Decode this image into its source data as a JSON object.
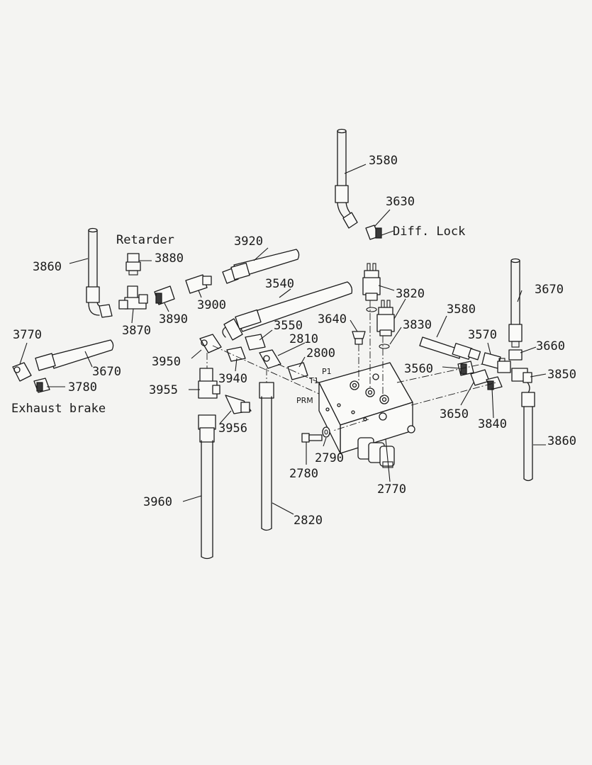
{
  "part_labels": {
    "p3580a": "3580",
    "p3630": "3630",
    "p3860a": "3860",
    "p3880": "3880",
    "p3920": "3920",
    "p3540": "3540",
    "p3820": "3820",
    "p3670a": "3670",
    "p3890": "3890",
    "p3900": "3900",
    "p3870": "3870",
    "p3640": "3640",
    "p3580b": "3580",
    "p3830": "3830",
    "p3550": "3550",
    "p3770": "3770",
    "p3570": "3570",
    "p2810": "2810",
    "p3660": "3660",
    "p3670b": "3670",
    "p3950": "3950",
    "p2800": "2800",
    "p3560": "3560",
    "p3850": "3850",
    "p3940": "3940",
    "p3780": "3780",
    "p3955": "3955",
    "p3650": "3650",
    "p3840": "3840",
    "p3956": "3956",
    "p3860b": "3860",
    "p2790": "2790",
    "p2780": "2780",
    "p2770": "2770",
    "p3960": "3960",
    "p2820": "2820"
  },
  "text_labels": {
    "retarder": "Retarder",
    "diff_lock": "Diff. Lock",
    "exhaust_brake": "Exhaust brake"
  },
  "port_labels": {
    "p1": "P1",
    "t1": "T1",
    "prm": "PRM"
  }
}
